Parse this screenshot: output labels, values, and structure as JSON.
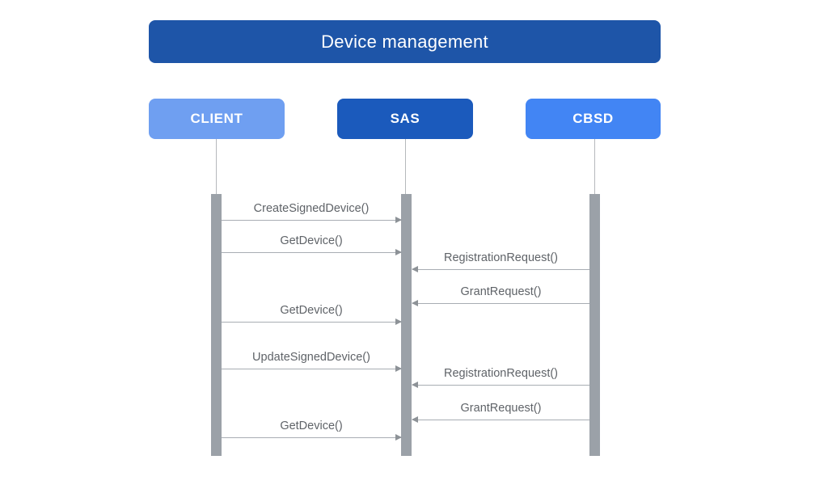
{
  "title": "Device management",
  "colors": {
    "title_bg": "#1E55A8",
    "client_bg": "#6F9FF1",
    "sas_bg": "#1B5ABC",
    "cbsd_bg": "#4285F4",
    "activation_bar": "#9BA1A8",
    "message_line": "#A8ADB3",
    "message_text": "#5F6368",
    "actor_text": "#FFFFFF"
  },
  "actors": [
    {
      "id": "client",
      "label": "CLIENT"
    },
    {
      "id": "sas",
      "label": "SAS"
    },
    {
      "id": "cbsd",
      "label": "CBSD"
    }
  ],
  "messages": [
    {
      "label": "CreateSignedDevice()",
      "from": "CLIENT",
      "to": "SAS",
      "direction": "right"
    },
    {
      "label": "GetDevice()",
      "from": "CLIENT",
      "to": "SAS",
      "direction": "right"
    },
    {
      "label": "RegistrationRequest()",
      "from": "CBSD",
      "to": "SAS",
      "direction": "left"
    },
    {
      "label": "GrantRequest()",
      "from": "CBSD",
      "to": "SAS",
      "direction": "left"
    },
    {
      "label": "GetDevice()",
      "from": "CLIENT",
      "to": "SAS",
      "direction": "right"
    },
    {
      "label": "UpdateSignedDevice()",
      "from": "CLIENT",
      "to": "SAS",
      "direction": "right"
    },
    {
      "label": "RegistrationRequest()",
      "from": "CBSD",
      "to": "SAS",
      "direction": "left"
    },
    {
      "label": "GrantRequest()",
      "from": "CBSD",
      "to": "SAS",
      "direction": "left"
    },
    {
      "label": "GetDevice()",
      "from": "CLIENT",
      "to": "SAS",
      "direction": "right"
    }
  ]
}
